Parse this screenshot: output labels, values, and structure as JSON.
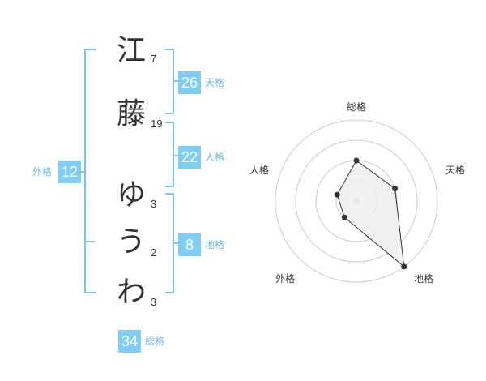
{
  "name": {
    "characters": [
      {
        "char": "江",
        "strokes": "7"
      },
      {
        "char": "藤",
        "strokes": "19"
      },
      {
        "char": "ゆ",
        "strokes": "3"
      },
      {
        "char": "う",
        "strokes": "2"
      },
      {
        "char": "わ",
        "strokes": "3"
      }
    ]
  },
  "fortunes": {
    "tenkaku": {
      "value": "26",
      "label": "天格"
    },
    "jinkaku": {
      "value": "22",
      "label": "人格"
    },
    "chikaku": {
      "value": "8",
      "label": "地格"
    },
    "gaikaku": {
      "value": "12",
      "label": "外格"
    },
    "soukaku": {
      "value": "34",
      "label": "総格"
    }
  },
  "chart_data": {
    "type": "radar",
    "axes": [
      "総格",
      "天格",
      "地格",
      "外格",
      "人格"
    ],
    "values": [
      0.5,
      0.5,
      1.0,
      0.25,
      0.25
    ],
    "max": 1,
    "rings": 4,
    "colors": {
      "fill": "#efefef",
      "stroke": "#333333",
      "grid": "#cccccc",
      "point": "#333333"
    }
  }
}
